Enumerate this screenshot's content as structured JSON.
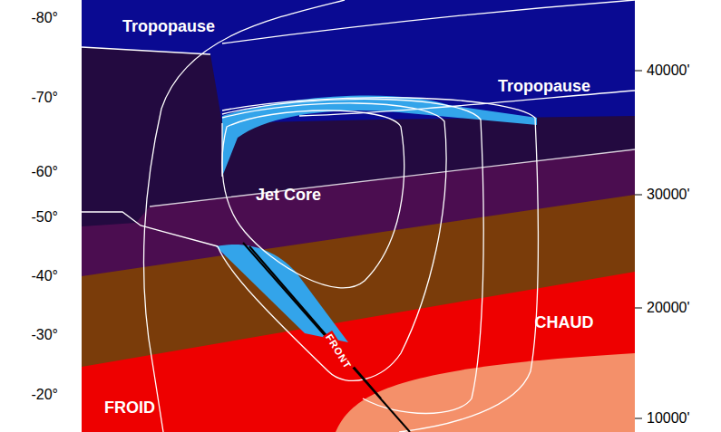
{
  "diagram": {
    "labels": [
      "Tropopause",
      "Tropopause",
      "Jet Core",
      "FRONT",
      "CHAUD",
      "FROID",
      "-80°",
      "-70°",
      "-60°",
      "-50°",
      "-40°",
      "-30°",
      "-20°",
      "40000'",
      "30000'",
      "20000'",
      "10000'"
    ]
  }
}
